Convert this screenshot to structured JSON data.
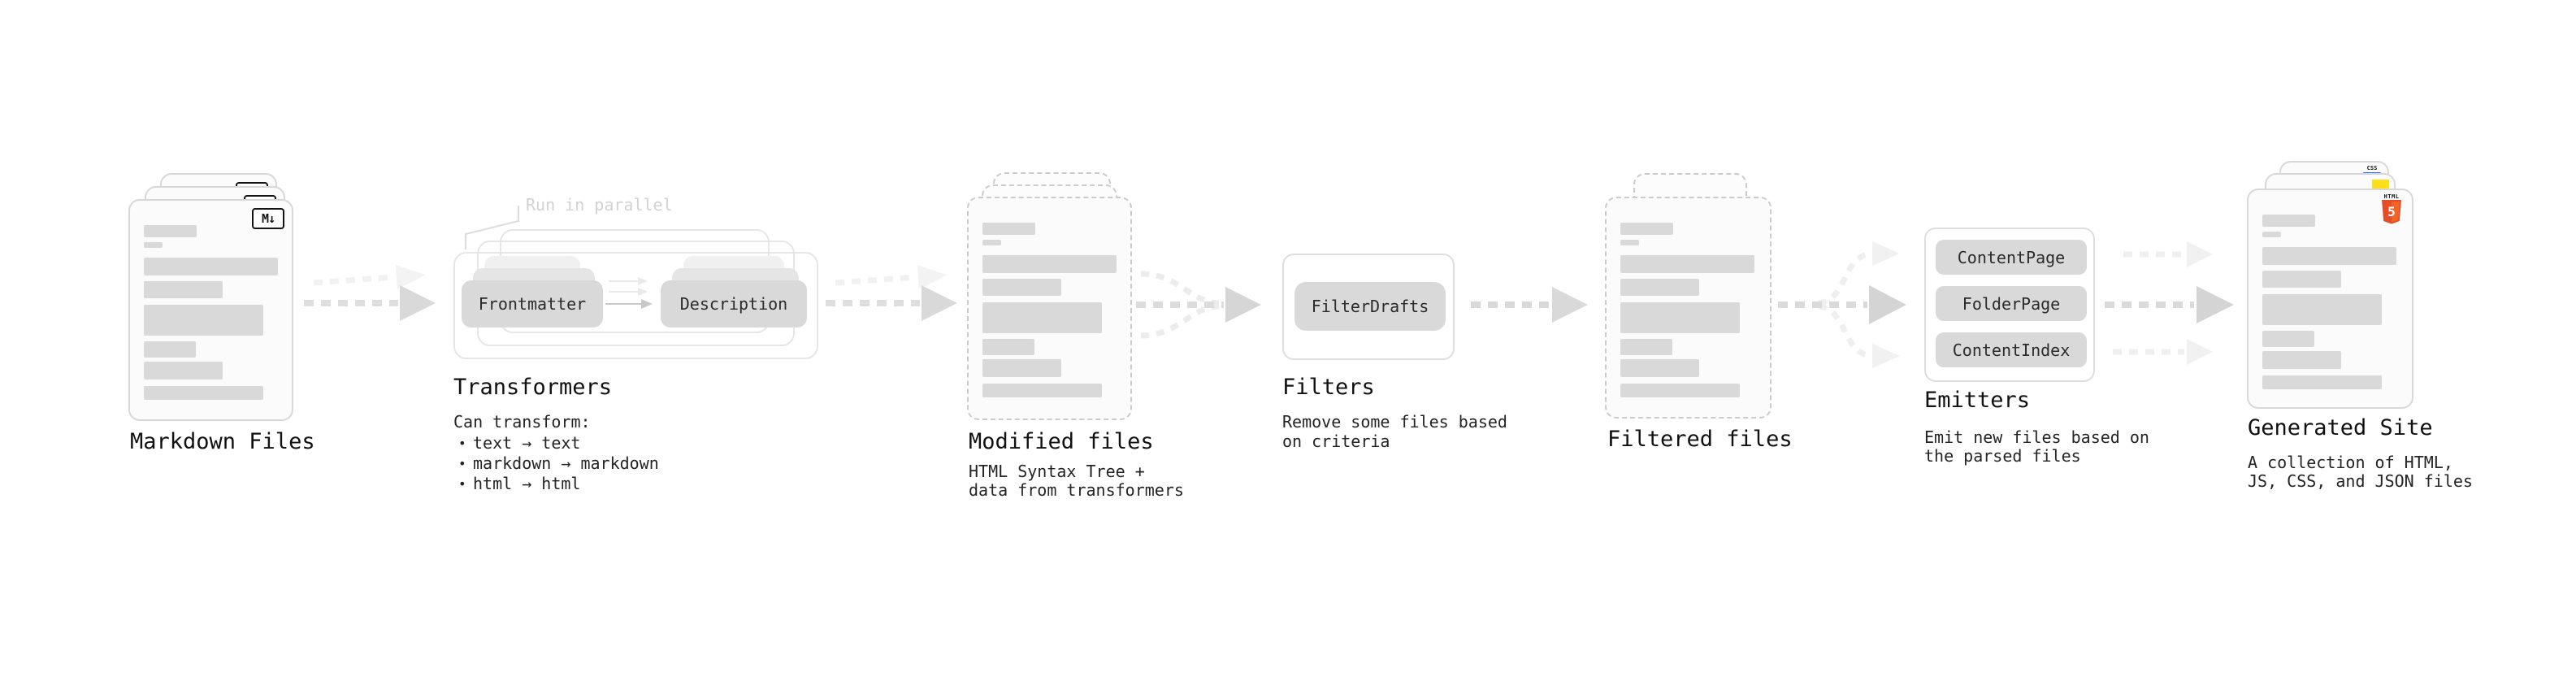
{
  "stages": {
    "markdown": {
      "label": "Markdown Files",
      "badge": "M↓"
    },
    "transformers": {
      "label": "Transformers",
      "annotation": "Run in parallel",
      "pill_left": "Frontmatter",
      "pill_right": "Description",
      "desc_title": "Can transform:",
      "bullets": [
        "text → text",
        "markdown → markdown",
        "html → html"
      ]
    },
    "modified": {
      "label": "Modified files",
      "desc_line1": "HTML Syntax Tree +",
      "desc_line2": "data from transformers"
    },
    "filters": {
      "label": "Filters",
      "pill": "FilterDrafts",
      "desc_line1": "Remove some files based",
      "desc_line2": "on criteria"
    },
    "filtered": {
      "label": "Filtered files"
    },
    "emitters": {
      "label": "Emitters",
      "pills": [
        "ContentPage",
        "FolderPage",
        "ContentIndex"
      ],
      "desc_line1": "Emit new files based on",
      "desc_line2": "the parsed files"
    },
    "site": {
      "label": "Generated Site",
      "desc_line1": "A collection of HTML,",
      "desc_line2": "JS, CSS, and JSON files",
      "badge_css": "CSS",
      "badge_html": "HTML",
      "badge_five": "5"
    }
  },
  "colors": {
    "html5_orange_dark": "#e44d26",
    "html5_orange_light": "#f16529",
    "js_yellow": "#ffdf1b",
    "css_blue": "#2964f2"
  }
}
